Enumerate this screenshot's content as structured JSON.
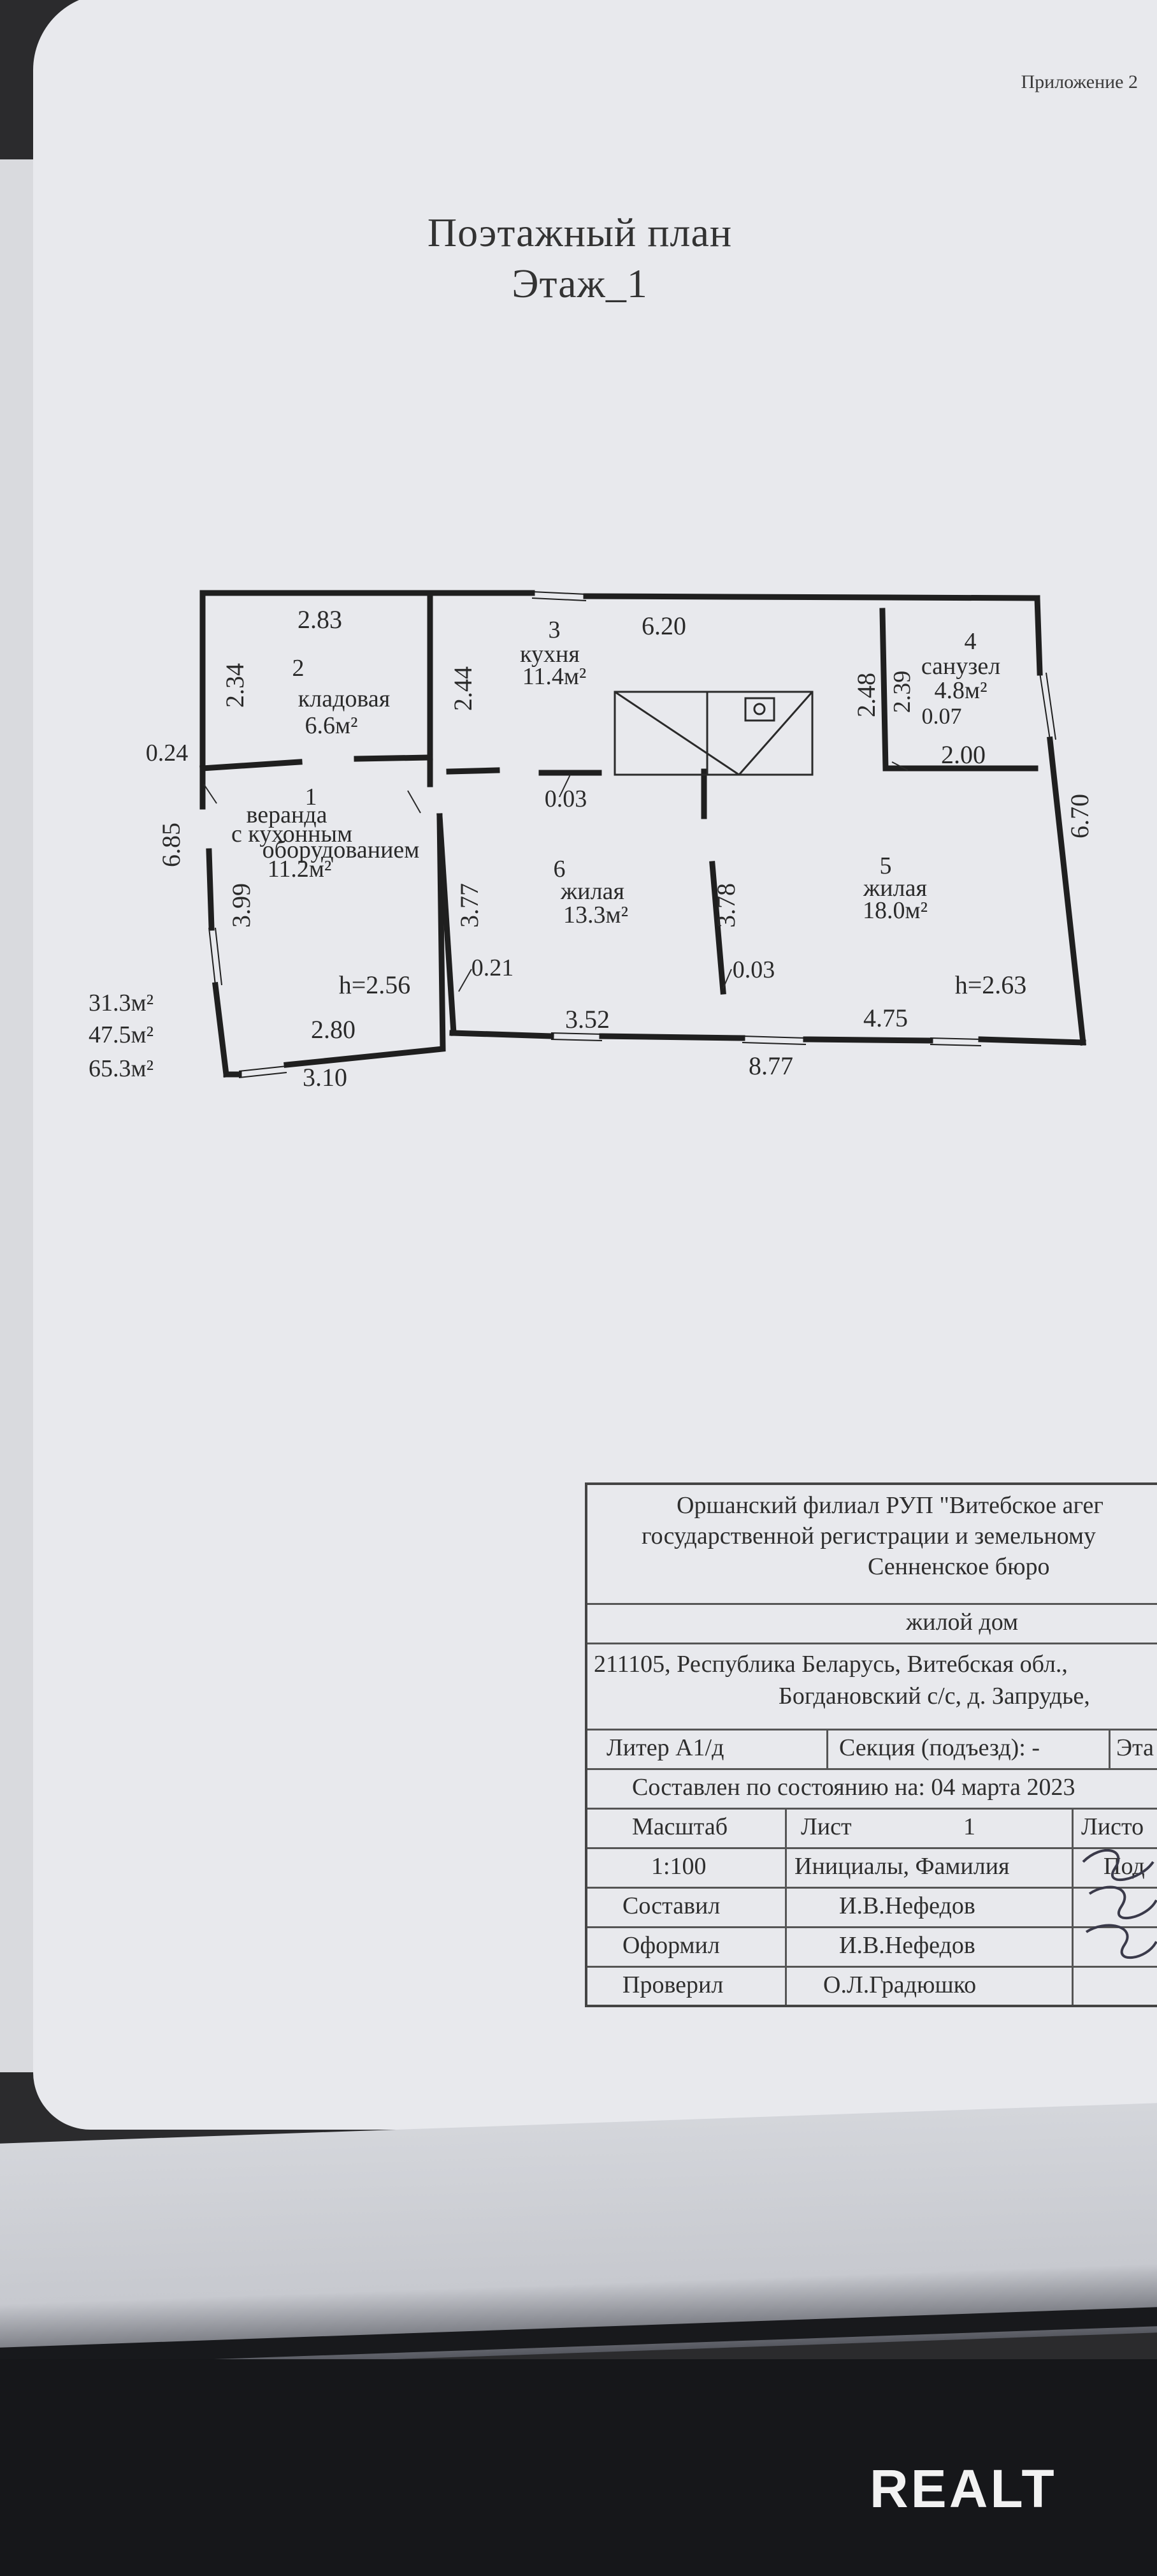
{
  "appendix_label": "Приложение 2",
  "plan_title": "Поэтажный план",
  "plan_floor": "Этаж_1",
  "rooms": [
    {
      "num": "1",
      "name_l1": "веранда",
      "name_l2": "с кухонным",
      "name_l3": "оборудованием",
      "area": "11.2м²"
    },
    {
      "num": "2",
      "name": "кладовая",
      "area": "6.6м²"
    },
    {
      "num": "3",
      "name": "кухня",
      "area": "11.4м²"
    },
    {
      "num": "4",
      "name": "санузел",
      "area": "4.8м²"
    },
    {
      "num": "5",
      "name": "жилая",
      "area": "18.0м²"
    },
    {
      "num": "6",
      "name": "жилая",
      "area": "13.3м²"
    }
  ],
  "dimensions": {
    "d283": "2.83",
    "d620": "6.20",
    "d234": "2.34",
    "d244": "2.44",
    "d248": "2.48",
    "d239": "2.39",
    "d007": "0.07",
    "d200": "2.00",
    "d024": "0.24",
    "d003a": "0.03",
    "d685": "6.85",
    "d670": "6.70",
    "d399": "3.99",
    "d377": "3.77",
    "d378": "3.78",
    "d021": "0.21",
    "d003b": "0.03",
    "d280": "2.80",
    "d310": "3.10",
    "d352": "3.52",
    "d877": "8.77",
    "d475": "4.75"
  },
  "heights": {
    "left": "h=2.56",
    "right": "h=2.63"
  },
  "totals": [
    "31.3м²",
    "47.5м²",
    "65.3м²"
  ],
  "stamp": {
    "org_l1": "Оршанский филиал РУП \"Витебское агег",
    "org_l2": "государственной регистрации и земельному",
    "org_l3": "Сенненское бюро",
    "object": "жилой дом",
    "addr_l1": "211105, Республика Беларусь, Витебская обл.,",
    "addr_l2": "Богдановский с/с, д. Запрудье,",
    "liter": "Литер А1/д",
    "section": "Секция (подъезд): -",
    "floor_cut": "Эта",
    "compiled_on": "Составлен по состоянию на: 04 марта 2023",
    "scale_label": "Масштаб",
    "sheet_label": "Лист",
    "sheet_num": "1",
    "sheets_label": "Листо",
    "scale_value": "1:100",
    "initials_label": "Инициалы, Фамилия",
    "sign_label": "Под",
    "r1_role": "Составил",
    "r1_name": "И.В.Нефедов",
    "r2_role": "Оформил",
    "r2_name": "И.В.Нефедов",
    "r3_role": "Проверил",
    "r3_name": "О.Л.Градюшко"
  },
  "watermark": "REALT"
}
